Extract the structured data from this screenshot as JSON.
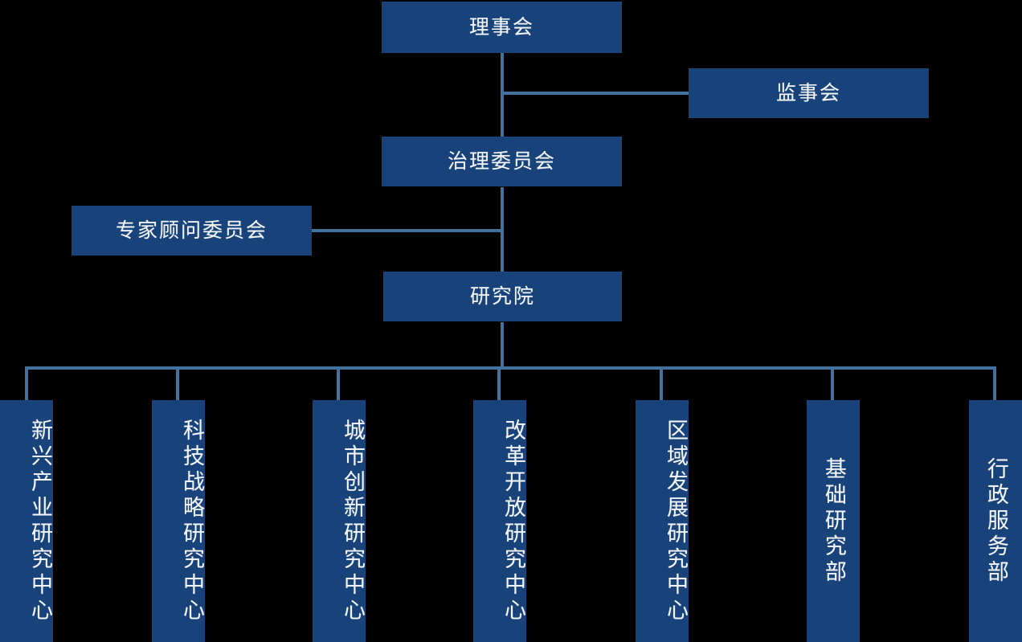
{
  "chart": {
    "title_hidden": "",
    "colors": {
      "node_fill": "#17427A",
      "node_text": "#F2F5FA",
      "connector": "#44729F",
      "background": "#000000"
    },
    "nodes": {
      "board": {
        "label": "理事会"
      },
      "supervisors": {
        "label": "监事会"
      },
      "governance": {
        "label": "治理委员会"
      },
      "advisory": {
        "label": "专家顾问委员会"
      },
      "institute": {
        "label": "研究院"
      },
      "departments": [
        {
          "label": "新兴产业研究中心"
        },
        {
          "label": "科技战略研究中心"
        },
        {
          "label": "城市创新研究中心"
        },
        {
          "label": "改革开放研究中心"
        },
        {
          "label": "区域发展研究中心"
        },
        {
          "label": "基础研究部"
        },
        {
          "label": "行政服务部"
        }
      ]
    }
  }
}
